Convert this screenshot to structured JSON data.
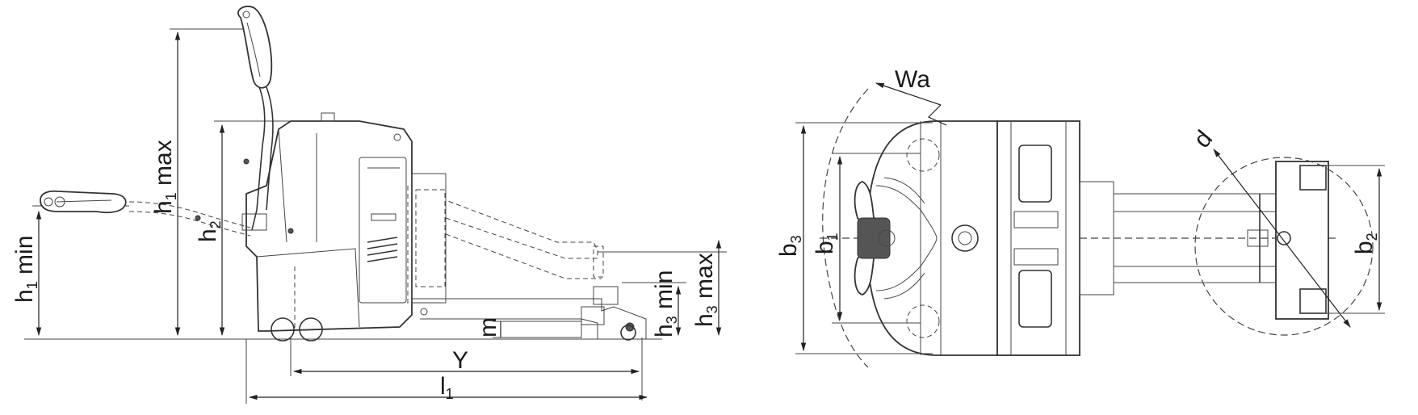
{
  "side_view": {
    "dimensions": {
      "h1_min": {
        "base": "h",
        "sub": "1",
        "suffix": " min"
      },
      "h1_max": {
        "base": "h",
        "sub": "1",
        "suffix": " max"
      },
      "h2": {
        "base": "h",
        "sub": "2",
        "suffix": ""
      },
      "h3_min": {
        "base": "h",
        "sub": "3",
        "suffix": " min"
      },
      "h3_max": {
        "base": "h",
        "sub": "3",
        "suffix": " max"
      },
      "m": {
        "base": "m",
        "sub": "",
        "suffix": ""
      },
      "Y": {
        "base": "Y",
        "sub": "",
        "suffix": ""
      },
      "l1": {
        "base": "l",
        "sub": "1",
        "suffix": ""
      }
    }
  },
  "top_view": {
    "dimensions": {
      "Wa": {
        "base": "Wa",
        "sub": "",
        "suffix": ""
      },
      "b3": {
        "base": "b",
        "sub": "3",
        "suffix": ""
      },
      "b1": {
        "base": "b",
        "sub": "1",
        "suffix": ""
      },
      "b2": {
        "base": "b",
        "sub": "2",
        "suffix": ""
      },
      "d": {
        "base": "d",
        "sub": "",
        "suffix": ""
      }
    }
  }
}
